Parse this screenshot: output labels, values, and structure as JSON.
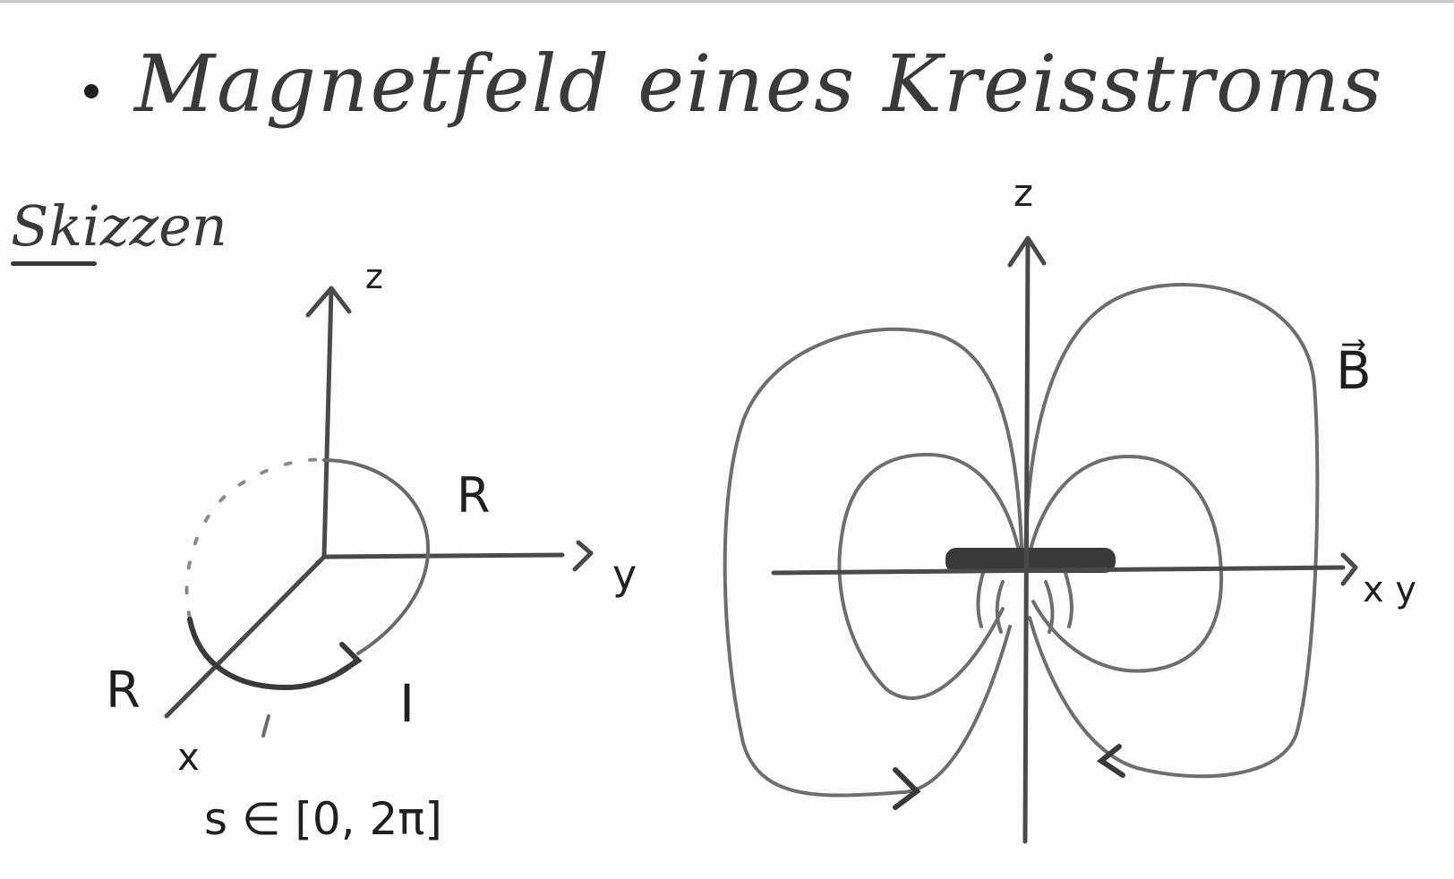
{
  "title": "Magnetfeld eines Kreisstroms",
  "sketch_heading": "Skizzen",
  "left_sketch": {
    "axis_z": "z",
    "axis_y": "y",
    "axis_x": "x",
    "radius_label_top": "R",
    "radius_label_left": "R",
    "current_label": "I",
    "param_range": "s ∈ [0, 2π]"
  },
  "right_sketch": {
    "axis_z": "z",
    "axis_xy": "x y",
    "field_label": "B⃗"
  }
}
